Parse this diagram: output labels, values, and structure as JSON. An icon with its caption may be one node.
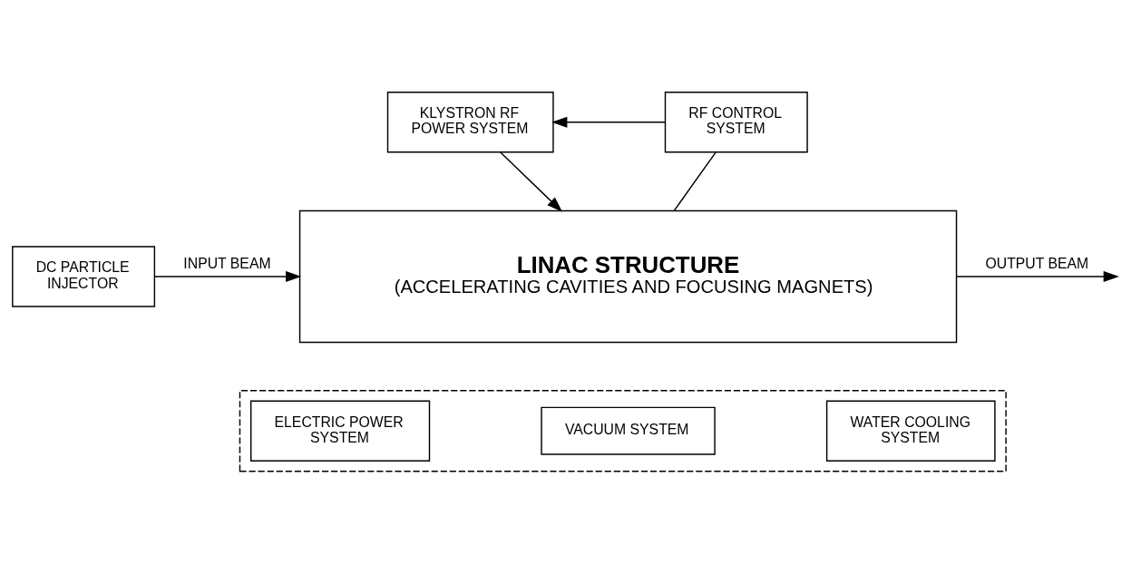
{
  "diagram": {
    "nodes": [
      {
        "text": [
          "KLYSTRON RF POWER SYSTEM"
        ]
      },
      {
        "text": [
          "RF CONTROL SYSTEM"
        ]
      },
      {
        "text": [
          "DC PARTICLE INJECTOR"
        ]
      },
      {
        "text": [
          "LINAC STRUCTURE",
          "(ACCELERATING CAVITIES AND FOCUSING MAGNETS)"
        ]
      },
      {
        "text": [],
        "shape": "box"
      },
      {
        "text": [
          "ELECTRIC POWER SYSTEM"
        ],
        "in": 4
      },
      {
        "text": [
          "VACUUM SYSTEM"
        ],
        "in": 4
      },
      {
        "text": [
          "WATER COOLING SYSTEM"
        ],
        "in": 4
      }
    ],
    "edges": [
      {
        "from": 1,
        "to": 0,
        "arrow": "to"
      },
      {
        "from": 0,
        "to": 3,
        "arrow": "to"
      },
      {
        "from": 1,
        "to": 3,
        "arrow": "none"
      },
      {
        "from": 2,
        "to": 3,
        "arrow": "to",
        "label": "INPUT BEAM"
      },
      {
        "from": 3,
        "to": null,
        "arrow": "to",
        "label": "OUTPUT BEAM"
      }
    ]
  }
}
